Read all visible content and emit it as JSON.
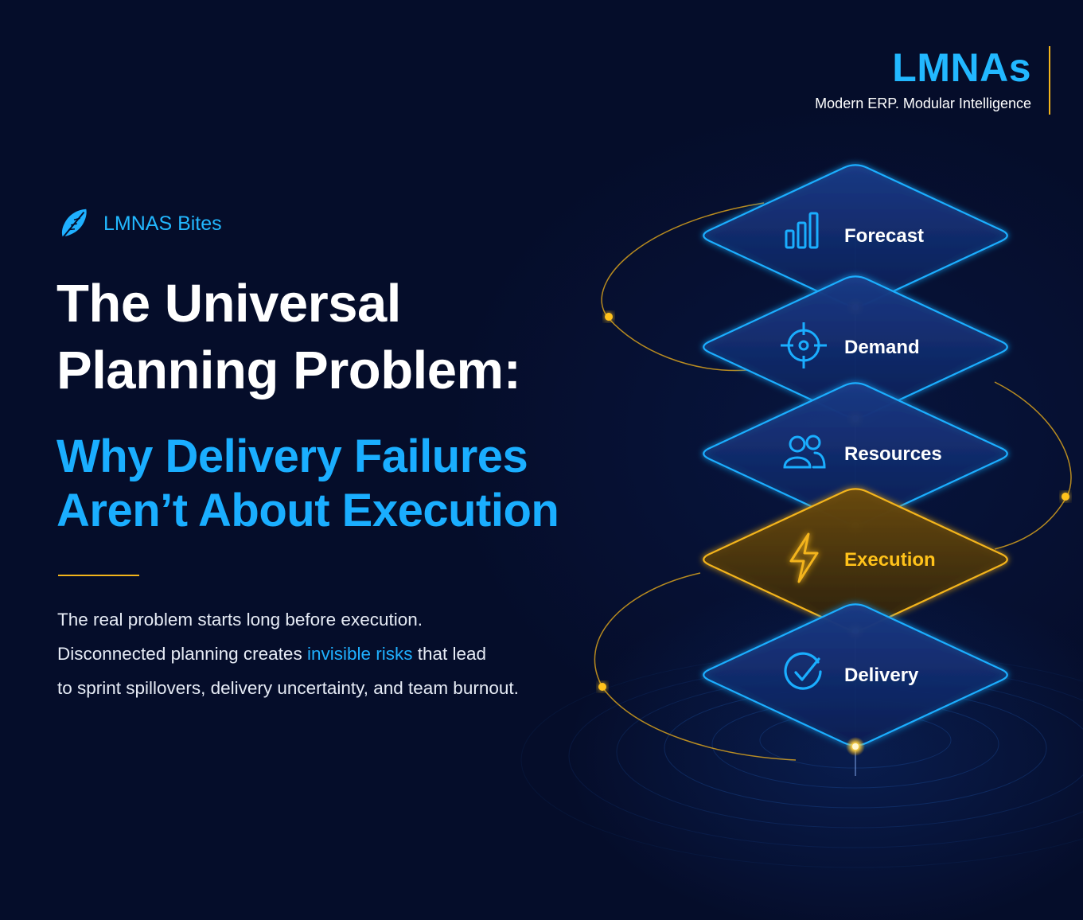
{
  "brand": {
    "name": "LMNAs",
    "tagline": "Modern ERP. Modular Intelligence"
  },
  "series": {
    "label": "LMNAS Bites",
    "icon": "feather-icon"
  },
  "headline": {
    "line1": "The Universal",
    "line2": "Planning Problem:"
  },
  "subheadline": {
    "line1": "Why Delivery Failures",
    "line2": "Aren’t About Execution"
  },
  "body": {
    "line1": "The real problem starts long before execution.",
    "line2_pre": "Disconnected planning creates ",
    "line2_highlight": "invisible risks",
    "line2_post": " that lead",
    "line3": "to sprint spillovers, delivery uncertainty, and team burnout."
  },
  "stack": {
    "layers": [
      {
        "label": "Forecast",
        "icon": "bar-chart-icon",
        "active": false
      },
      {
        "label": "Demand",
        "icon": "target-icon",
        "active": false
      },
      {
        "label": "Resources",
        "icon": "users-icon",
        "active": false
      },
      {
        "label": "Execution",
        "icon": "lightning-icon",
        "active": true
      },
      {
        "label": "Delivery",
        "icon": "check-circle-icon",
        "active": false
      }
    ]
  },
  "colors": {
    "background": "#050d2a",
    "accent_blue": "#1aaeff",
    "accent_gold": "#f3b41b",
    "text": "#ffffff"
  }
}
